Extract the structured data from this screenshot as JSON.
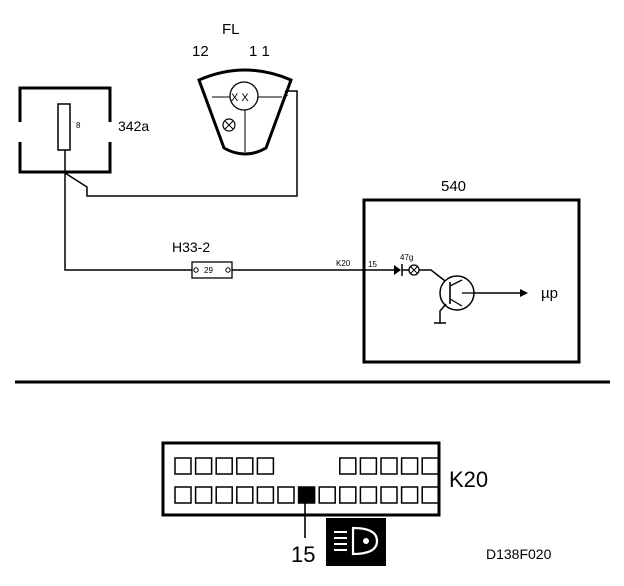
{
  "diagram": {
    "code": "D138F020",
    "lamp_unit": {
      "label": "FL",
      "pin_left": "12",
      "pin_right": "1 1",
      "terminal": "1"
    },
    "fuse_box": {
      "label": "342a",
      "fuse_number": "8"
    },
    "connector_h33": {
      "label": "H33-2",
      "pin": "29"
    },
    "control_unit": {
      "label": "540",
      "wire_label": "K20",
      "pin": "15",
      "lamp_code": "47g",
      "signal": "µp"
    },
    "connector_k20": {
      "label": "K20",
      "pin_number": "15"
    },
    "colors": {
      "line": "#000000",
      "background": "#ffffff"
    }
  }
}
